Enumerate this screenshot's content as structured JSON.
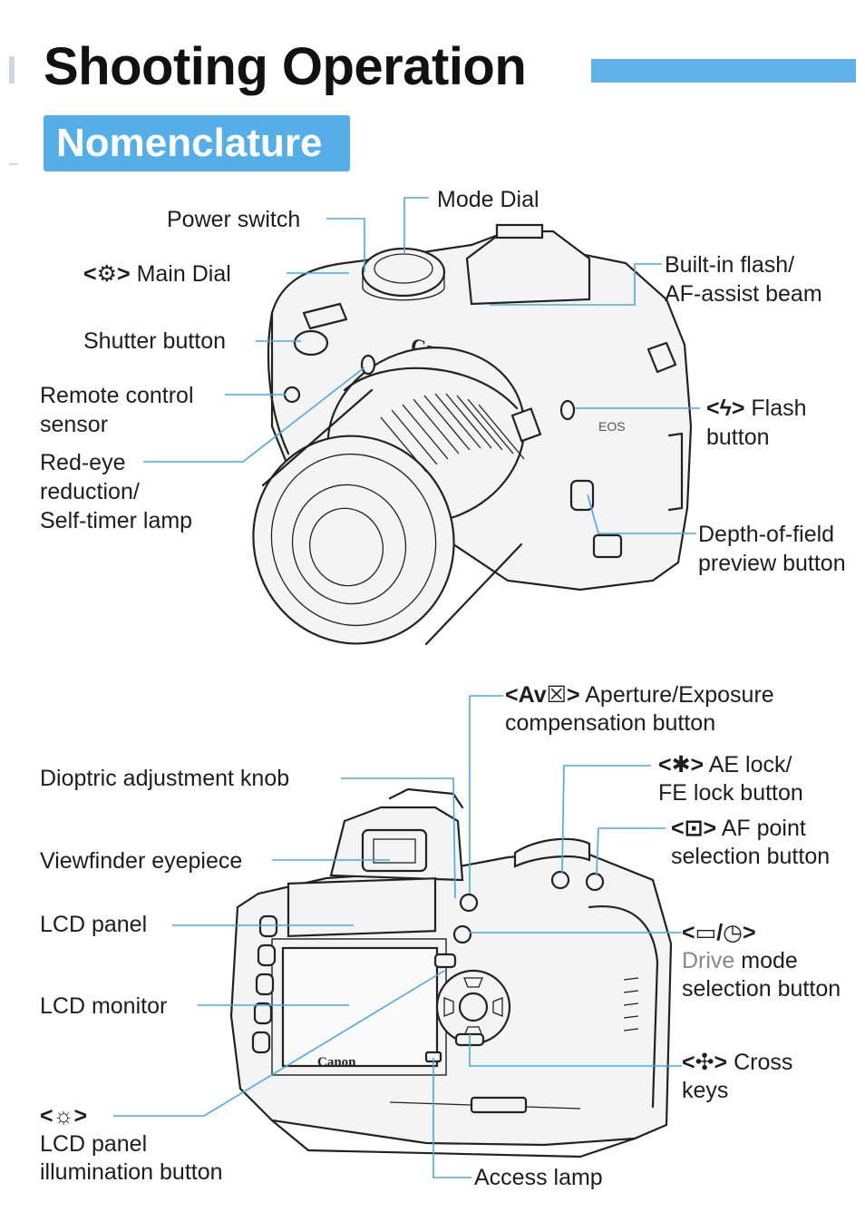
{
  "header": {
    "title": "Shooting Operation",
    "section": "Nomenclature"
  },
  "front": {
    "mode_dial": "Mode Dial",
    "power_switch": "Power switch",
    "main_dial_symbol": "<⚙>",
    "main_dial": "Main Dial",
    "shutter_button": "Shutter button",
    "remote_sensor_1": "Remote control",
    "remote_sensor_2": "sensor",
    "red_eye_1": "Red-eye",
    "red_eye_2": "reduction/",
    "red_eye_3": "Self-timer lamp",
    "flash_1": "Built-in flash/",
    "flash_2": "AF-assist beam",
    "flash_button_symbol": "<ϟ>",
    "flash_button_1": "Flash",
    "flash_button_2": "button",
    "dof_1": "Depth-of-field",
    "dof_2": "preview button",
    "brand": "Canon",
    "model": "EOS"
  },
  "back": {
    "av_symbol": "<Av☒>",
    "av_1": "Aperture/Exposure",
    "av_2": "compensation button",
    "ae_symbol": "<✱>",
    "ae_1": "AE lock/",
    "ae_2": "FE lock button",
    "af_symbol": "<⊡>",
    "af_1": "AF point",
    "af_2": "selection button",
    "dioptric": "Dioptric adjustment knob",
    "eyepiece": "Viewfinder eyepiece",
    "lcd_panel": "LCD panel",
    "lcd_monitor": "LCD monitor",
    "drive_symbol": "<▭/◷>",
    "drive_1a": "Drive",
    "drive_1b": " mode",
    "drive_2": "selection button",
    "cross_symbol": "<✣>",
    "cross_1": "Cross",
    "cross_2": "keys",
    "illum_symbol": "<☼>",
    "illum_1": "LCD panel",
    "illum_2": "illumination button",
    "access_lamp": "Access lamp",
    "brand": "Canon"
  }
}
